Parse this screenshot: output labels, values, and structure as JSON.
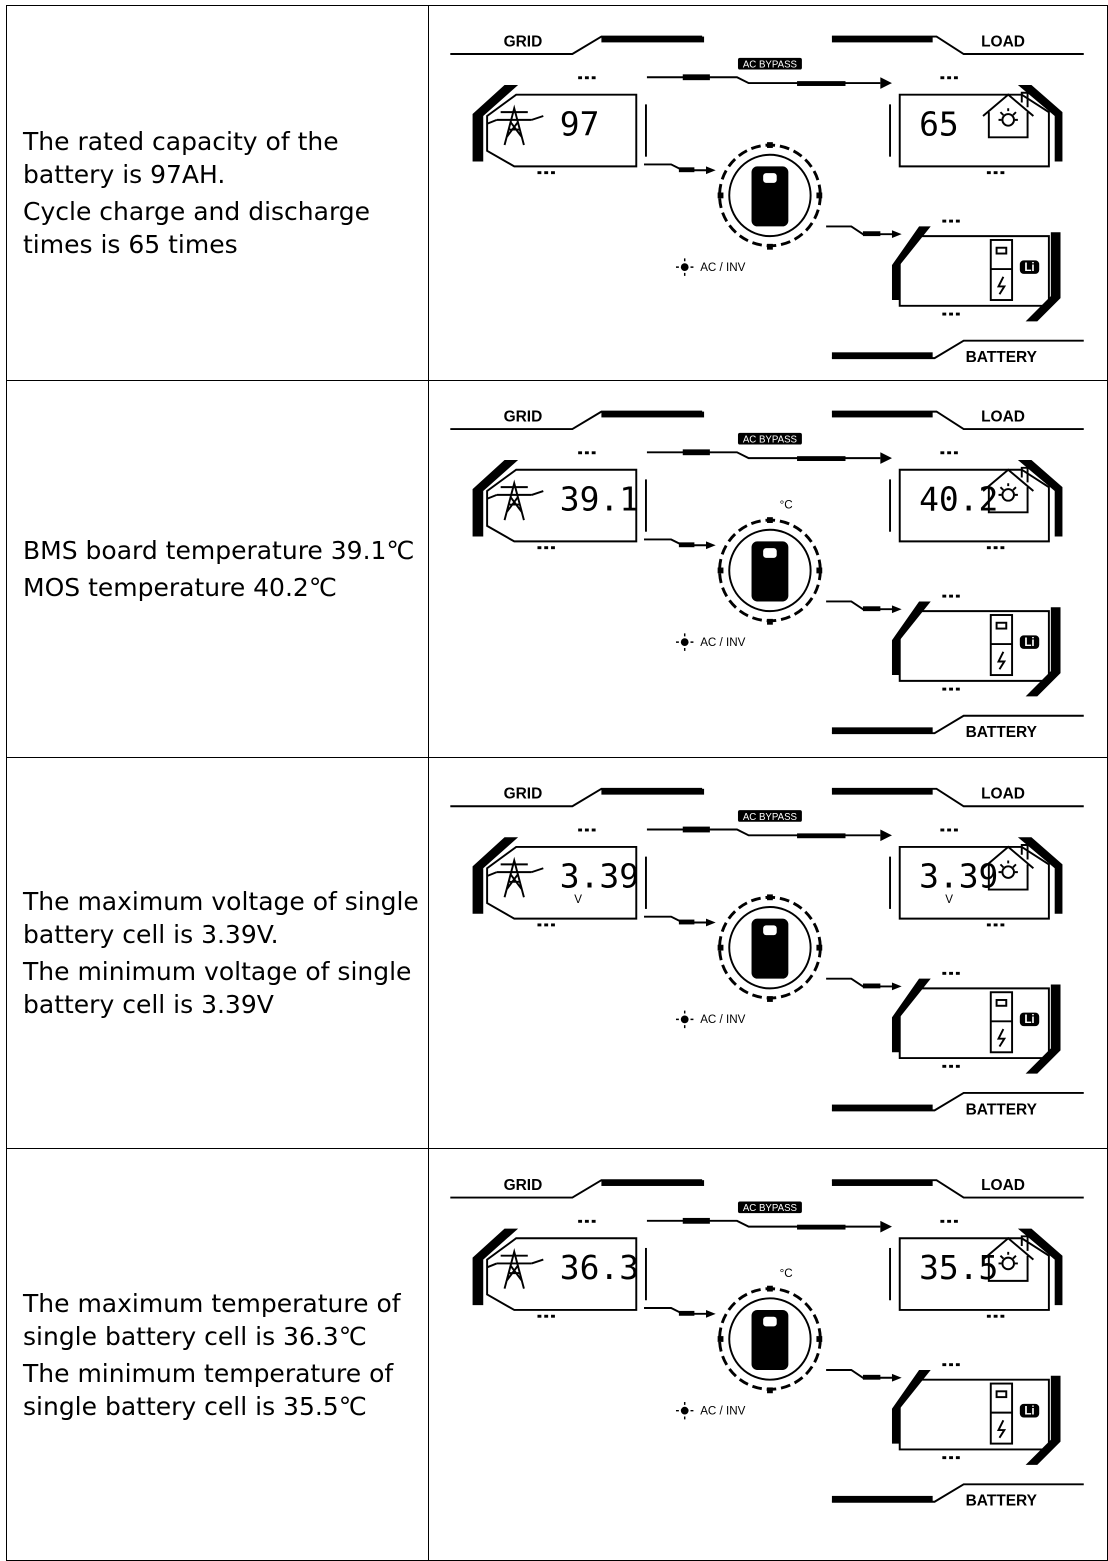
{
  "labels": {
    "grid": "GRID",
    "load": "LOAD",
    "battery": "BATTERY",
    "ac_bypass": "AC BYPASS",
    "ac_inv": "AC / INV",
    "li": "Li"
  },
  "rows": [
    {
      "lines": [
        "The rated capacity of the",
        "battery is 97AH.",
        "Cycle charge and discharge",
        "times is 65 times"
      ],
      "para_breaks": [
        2
      ],
      "grid_value": "97",
      "load_value": "65",
      "grid_unit": "",
      "load_unit": "",
      "center_unit": ""
    },
    {
      "lines": [
        "BMS board temperature 39.1℃",
        "MOS temperature 40.2℃"
      ],
      "para_breaks": [
        1
      ],
      "grid_value": "39.1",
      "load_value": "40.2",
      "grid_unit": "",
      "load_unit": "",
      "center_unit": "°C"
    },
    {
      "lines": [
        "The maximum voltage of single",
        "battery cell is 3.39V.",
        "The minimum voltage of single",
        "battery cell is 3.39V"
      ],
      "para_breaks": [
        2
      ],
      "grid_value": "3.39",
      "load_value": "3.39",
      "grid_unit": "V",
      "load_unit": "V",
      "center_unit": ""
    },
    {
      "lines": [
        "The maximum temperature of",
        "single battery cell is 36.3℃",
        "The minimum temperature of",
        "single battery cell is 35.5℃"
      ],
      "para_breaks": [
        2
      ],
      "grid_value": "36.3",
      "load_value": "35.5",
      "grid_unit": "",
      "load_unit": "",
      "center_unit": "°C"
    }
  ]
}
